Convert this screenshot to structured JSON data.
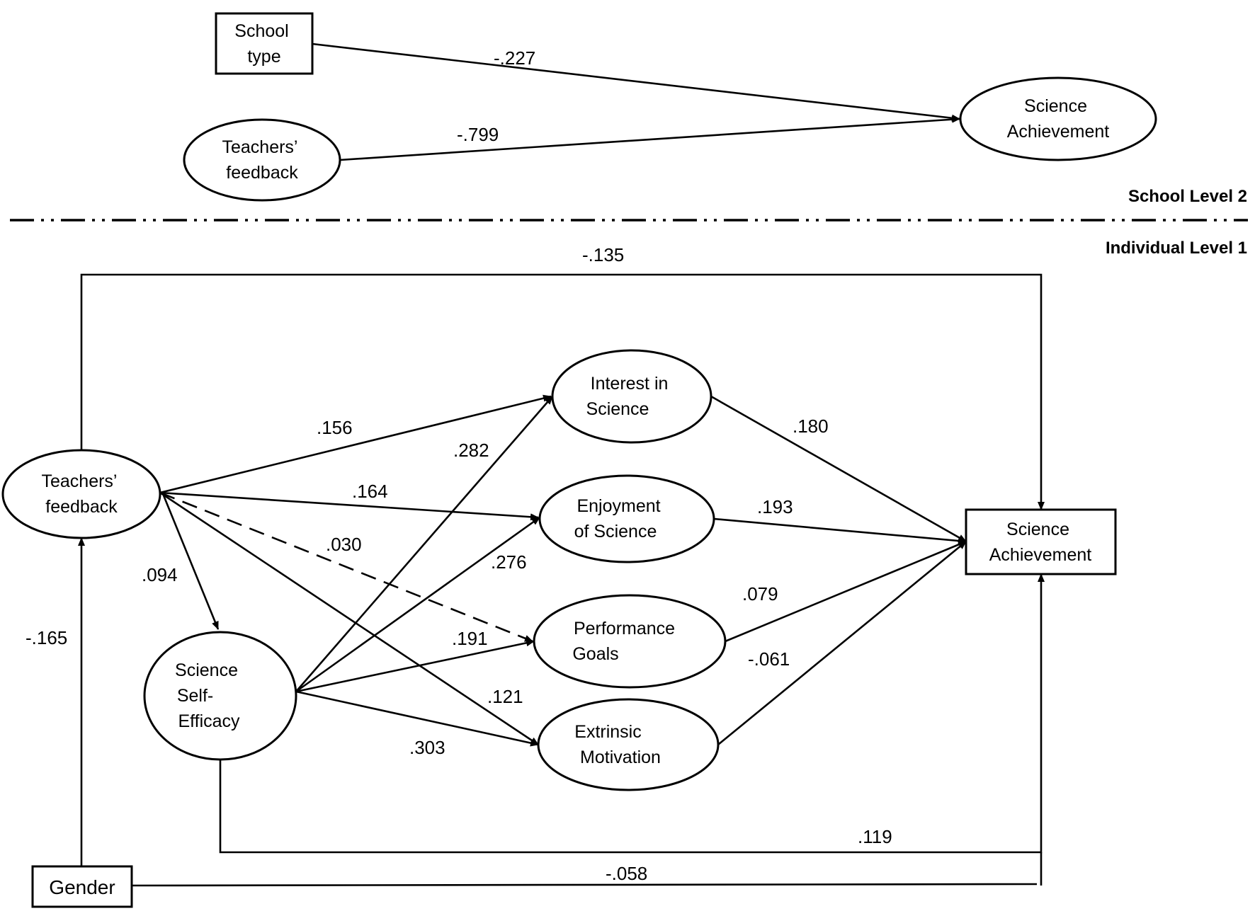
{
  "level2": {
    "label": "School Level 2",
    "nodes": {
      "school_type": [
        "School",
        "type"
      ],
      "teachers_feedback": [
        "Teachers’",
        "feedback"
      ],
      "science_achievement": [
        "Science",
        "Achievement"
      ]
    },
    "paths": {
      "school_type_to_achievement": "-.227",
      "feedback_to_achievement": "-.799"
    }
  },
  "level1": {
    "label": "Individual Level 1",
    "nodes": {
      "teachers_feedback": [
        "Teachers’",
        "feedback"
      ],
      "self_efficacy": [
        "Science",
        "Self-",
        "Efficacy"
      ],
      "interest": [
        "Interest in",
        "Science"
      ],
      "enjoyment": [
        "Enjoyment",
        "of Science"
      ],
      "performance_goals": [
        "Performance",
        "Goals"
      ],
      "extrinsic_motivation": [
        "Extrinsic",
        "Motivation"
      ],
      "science_achievement": [
        "Science",
        "Achievement"
      ],
      "gender": "Gender"
    },
    "paths": {
      "feedback_to_achievement": "-.135",
      "feedback_to_interest": ".156",
      "feedback_to_enjoyment": ".164",
      "feedback_to_performance": ".030",
      "feedback_to_extrinsic": ".121",
      "feedback_to_self_efficacy": ".094",
      "gender_to_feedback": "-.165",
      "efficacy_to_interest": ".282",
      "efficacy_to_enjoyment": ".276",
      "efficacy_to_performance": ".191",
      "efficacy_to_extrinsic": ".303",
      "efficacy_to_achievement": ".119",
      "gender_to_achievement": "-.058",
      "interest_to_achievement": ".180",
      "enjoyment_to_achievement": ".193",
      "performance_to_achievement": ".079",
      "extrinsic_to_achievement": "-.061"
    }
  }
}
